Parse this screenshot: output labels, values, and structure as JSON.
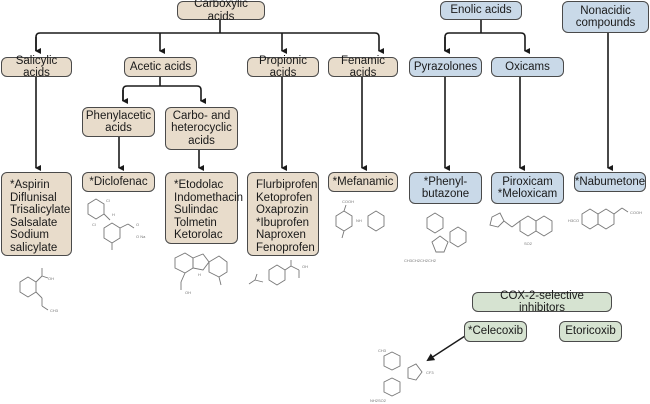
{
  "diagram": {
    "colors": {
      "carboxylic": "#e8dccb",
      "enolic": "#c9d9e8",
      "cox2": "#d6e3d1",
      "line": "#1a1a1a"
    },
    "root_groups": {
      "carboxylic": "Carboxylic acids",
      "enolic": "Enolic acids",
      "nonacidic": "Nonacidic\ncompounds"
    },
    "subclasses": {
      "salicylic": "Salicylic acids",
      "acetic": "Acetic acids",
      "phenylacetic": "Phenylacetic\nacids",
      "carbo_hetero": "Carbo- and\nheterocyclic\nacids",
      "propionic": "Propionic acids",
      "fenamic": "Fenamic acids",
      "pyrazolones": "Pyrazolones",
      "oxicams": "Oxicams"
    },
    "drugs": {
      "salicylic": "*Aspirin\nDiflunisal\nTrisalicylate\nSalsalate\nSodium\n  salicylate",
      "phenylacetic": "*Diclofenac",
      "carbo_hetero": "*Etodolac\nIndomethacin\nSulindac\nTolmetin\nKetorolac",
      "propionic": "Flurbiprofen\nKetoprofen\nOxaprozin\n*Ibuprofen\nNaproxen\nFenoprofen",
      "fenamic": "*Mefanamic",
      "pyrazolones": "*Phenyl-\nbutazone",
      "oxicams": "Piroxicam\n*Meloxicam",
      "nonacidic": "*Nabumetone"
    },
    "cox2": {
      "title": "COX-2-selective inhibitors",
      "items": [
        "*Celecoxib",
        "Etoricoxib"
      ]
    },
    "structure_labels": {
      "aspirin": [
        "OH",
        "O",
        "CH3"
      ],
      "diclofenac": [
        "Cl",
        "Cl",
        "H",
        "O",
        "Na"
      ],
      "etodolac": [
        "H",
        "OH"
      ],
      "ibuprofen": [
        "OH"
      ],
      "mefanamic": [
        "COOH",
        "NH"
      ],
      "phenylbutazone": [
        "CH3CH2CH2CH2"
      ],
      "nabumetone": [
        "H3CO",
        "COOH"
      ],
      "celecoxib": [
        "CH3",
        "CF3",
        "NH2SO2"
      ]
    }
  }
}
